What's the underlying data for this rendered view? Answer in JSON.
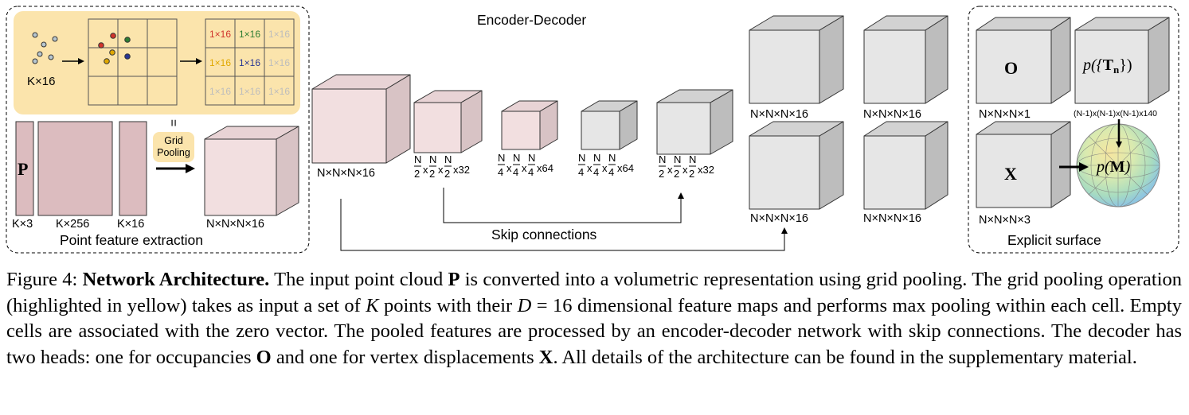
{
  "figure": {
    "titles": {
      "encoder_decoder": "Encoder-Decoder",
      "point_feature": "Point feature extraction",
      "explicit_surface": "Explicit surface",
      "skip": "Skip connections",
      "grid_pooling_line1": "Grid",
      "grid_pooling_line2": "Pooling",
      "equals": "="
    },
    "pooling_inset": {
      "points_label": "K×16",
      "cells": [
        {
          "text": "1×16",
          "color": "#d0342c"
        },
        {
          "text": "1×16",
          "color": "#2e7d32"
        },
        {
          "text": "1×16",
          "color": "#bdbdbd"
        },
        {
          "text": "1×16",
          "color": "#e0a800"
        },
        {
          "text": "1×16",
          "color": "#283593"
        },
        {
          "text": "1×16",
          "color": "#bdbdbd"
        },
        {
          "text": "1×16",
          "color": "#bdbdbd"
        },
        {
          "text": "1×16",
          "color": "#bdbdbd"
        },
        {
          "text": "1×16",
          "color": "#bdbdbd"
        }
      ]
    },
    "feature_panels": {
      "p_symbol": "P",
      "labels": [
        "K×3",
        "K×256",
        "K×16"
      ],
      "pooled_label": "N×N×N×16"
    },
    "encoder_labels": {
      "e1": "N×N×N×16",
      "frac_n": "N",
      "d2": "2",
      "d4": "4",
      "s32": "x32",
      "s64": "x64",
      "x": "x"
    },
    "decoder_labels": {
      "top1": "N×N×N×16",
      "top2": "N×N×N×16",
      "bot1": "N×N×N×16",
      "bot2": "N×N×N×16"
    },
    "surface": {
      "o_symbol": "O",
      "x_symbol": "X",
      "o_label": "N×N×N×1",
      "x_label": "N×N×N×3",
      "t_prefix": "p({",
      "t_bold": "T",
      "t_sub": "n",
      "t_suffix": "})",
      "t_label": "(N-1)x(N-1)x(N-1)x140",
      "m_prefix": "p(",
      "m_bold": "M",
      "m_suffix": ")"
    },
    "colors": {
      "pink_face": "#f2dfe0",
      "pink_side": "#d8c3c5",
      "pink_top": "#e8d3d5",
      "gray_face": "#e6e6e6",
      "gray_side": "#bdbdbd",
      "gray_top": "#d2d2d2",
      "yellow": "#fbe4ac",
      "panel": "#dcbcbf"
    }
  },
  "caption": {
    "label": "Figure 4:",
    "bold_title": "Network Architecture.",
    "s1": " The input point cloud ",
    "p": "P",
    "s2": " is converted into a volumetric representation using grid pooling. The grid pooling operation (highlighted in yellow) takes as input a set of ",
    "k": "K",
    "s3": " points with their ",
    "d": "D",
    "s4": " = 16 dimensional feature maps and performs max pooling within each cell. Empty cells are associated with the zero vector. The pooled features are processed by an encoder-decoder network with skip connections. The decoder has two heads: one for occupancies ",
    "o": "O",
    "s5": " and one for vertex displacements ",
    "x": "X",
    "s6": ". All details of the architecture can be found in the supplementary material."
  }
}
